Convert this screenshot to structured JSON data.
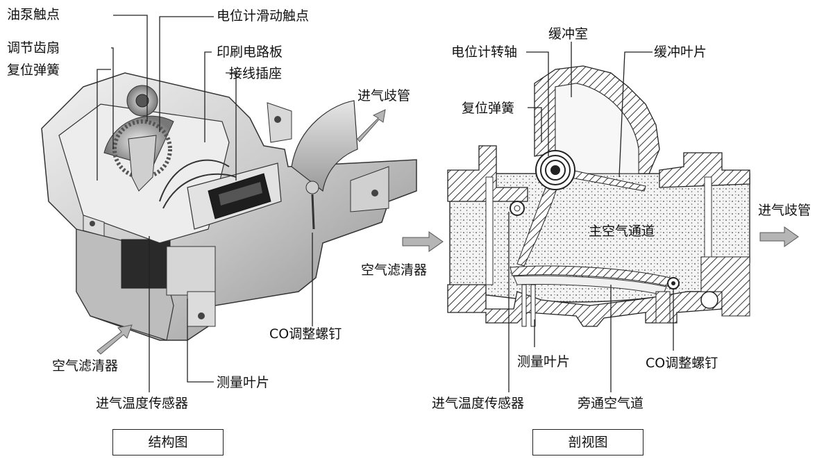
{
  "structure_view": {
    "labels": {
      "oil_pump_contact": "油泵触点",
      "adjusting_gear_sector": "调节齿扇",
      "return_spring": "复位弹簧",
      "potentiometer_sliding_contact": "电位计滑动触点",
      "printed_circuit_board": "印刷电路板",
      "wiring_socket": "接线插座",
      "intake_manifold": "进气歧管",
      "co_adjusting_screw": "CO调整螺钉",
      "air_filter": "空气滤清器",
      "measuring_vane": "测量叶片",
      "intake_temp_sensor": "进气温度传感器"
    },
    "caption": "结构图"
  },
  "section_view": {
    "labels": {
      "damping_chamber": "缓冲室",
      "potentiometer_shaft": "电位计转轴",
      "damping_vane": "缓冲叶片",
      "return_spring": "复位弹簧",
      "intake_manifold": "进气歧管",
      "main_air_passage": "主空气通道",
      "air_filter": "空气滤清器",
      "measuring_vane": "测量叶片",
      "co_adjusting_screw": "CO调整螺钉",
      "intake_temp_sensor": "进气温度传感器",
      "bypass_air_passage": "旁通空气道"
    },
    "caption": "剖视图"
  }
}
